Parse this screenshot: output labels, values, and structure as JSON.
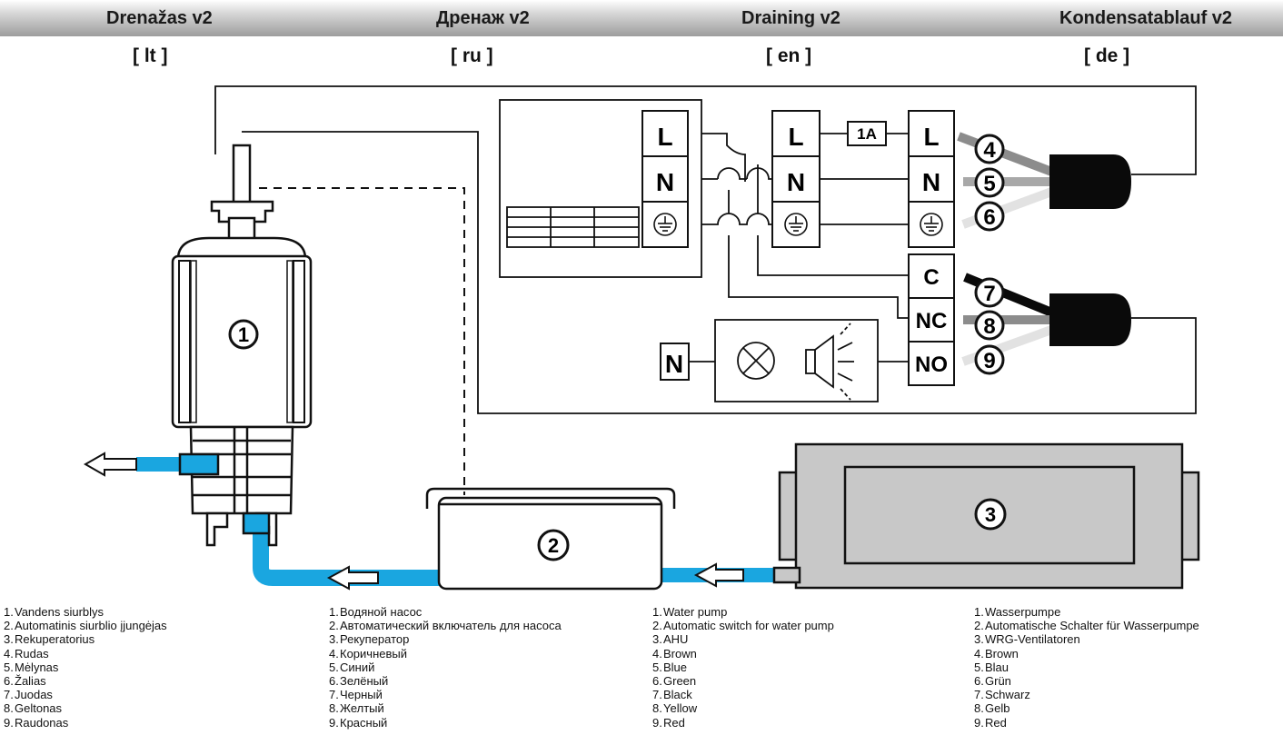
{
  "headers": [
    {
      "title": "Drenažas v2",
      "lang": "[ lt ]"
    },
    {
      "title": "Дренаж v2",
      "lang": "[ ru ]"
    },
    {
      "title": "Draining v2",
      "lang": "[ en ]"
    },
    {
      "title": "Kondensatablauf v2",
      "lang": "[ de ]"
    }
  ],
  "diagram": {
    "components": {
      "pump": "1",
      "switch": "2",
      "ahu": "3"
    },
    "wires": {
      "brown": "4",
      "blue": "5",
      "green": "6",
      "black": "7",
      "yellow": "8",
      "red": "9"
    },
    "terminals": {
      "L": "L",
      "N": "N",
      "C": "C",
      "NC": "NC",
      "NO": "NO",
      "fuse": "1A",
      "lamp_n": "N"
    },
    "colors": {
      "water": "#1aa6e0",
      "brown_wire": "#8c8c8c",
      "blue_wire": "#a8a8a8",
      "green_wire": "#e2e2e2",
      "cable": "#0a0a0a",
      "ahu_fill": "#c8c8c8",
      "header_dark": "#9d9d9d"
    }
  },
  "legend": {
    "lt": [
      "Vandens siurblys",
      "Automatinis siurblio įjungėjas",
      "Rekuperatorius",
      "Rudas",
      "Mėlynas",
      "Žalias",
      "Juodas",
      "Geltonas",
      "Raudonas"
    ],
    "ru": [
      "Водяной насос",
      "Автоматический включатель для насоса",
      "Рекуператор",
      "Коричневый",
      "Синий",
      "Зелёный",
      "Черный",
      "Желтый",
      "Красный"
    ],
    "en": [
      "Water pump",
      "Automatic switch for water pump",
      "AHU",
      "Brown",
      "Blue",
      "Green",
      "Black",
      "Yellow",
      "Red"
    ],
    "de": [
      "Wasserpumpe",
      "Automatische Schalter für Wasserpumpe",
      "WRG-Ventilatoren",
      "Brown",
      "Blau",
      "Grün",
      "Schwarz",
      "Gelb",
      "Red"
    ]
  }
}
